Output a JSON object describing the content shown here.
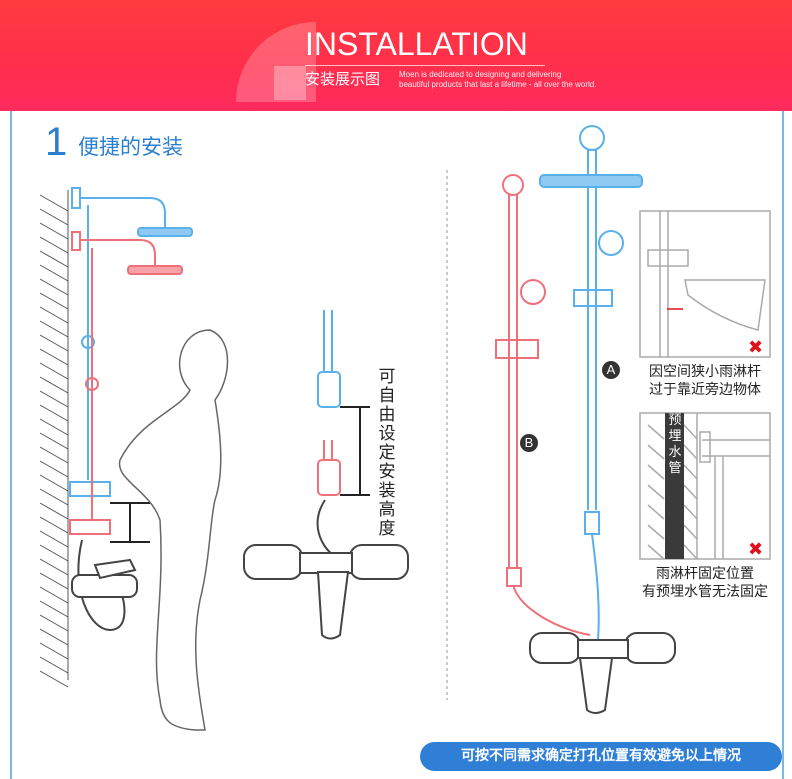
{
  "header": {
    "title": "INSTALLATION",
    "subtitle_cn": "安装展示图",
    "tagline_line1": "Moen is dedicated to designing and delivering",
    "tagline_line2": "beautiful products that last a lifetime  -  all over the world."
  },
  "section": {
    "number": "1",
    "title": "便捷的安装"
  },
  "height_note": "可自由设定安装高度",
  "badges": {
    "a": "A",
    "b": "B"
  },
  "case_a": {
    "line1": "因空间狭小雨淋杆",
    "line2": "过于靠近旁边物体"
  },
  "case_b": {
    "pipe_label": "预埋水管",
    "line1": "雨淋杆固定位置",
    "line2": "有预埋水管无法固定"
  },
  "bottom_note": "可按不同需求确定打孔位置有效避免以上情况",
  "colors": {
    "header": "#ff3344",
    "accent": "#2b7fd0",
    "red_line": "#f0707a",
    "blue_line": "#5ab0ea",
    "error": "#e0101a"
  }
}
